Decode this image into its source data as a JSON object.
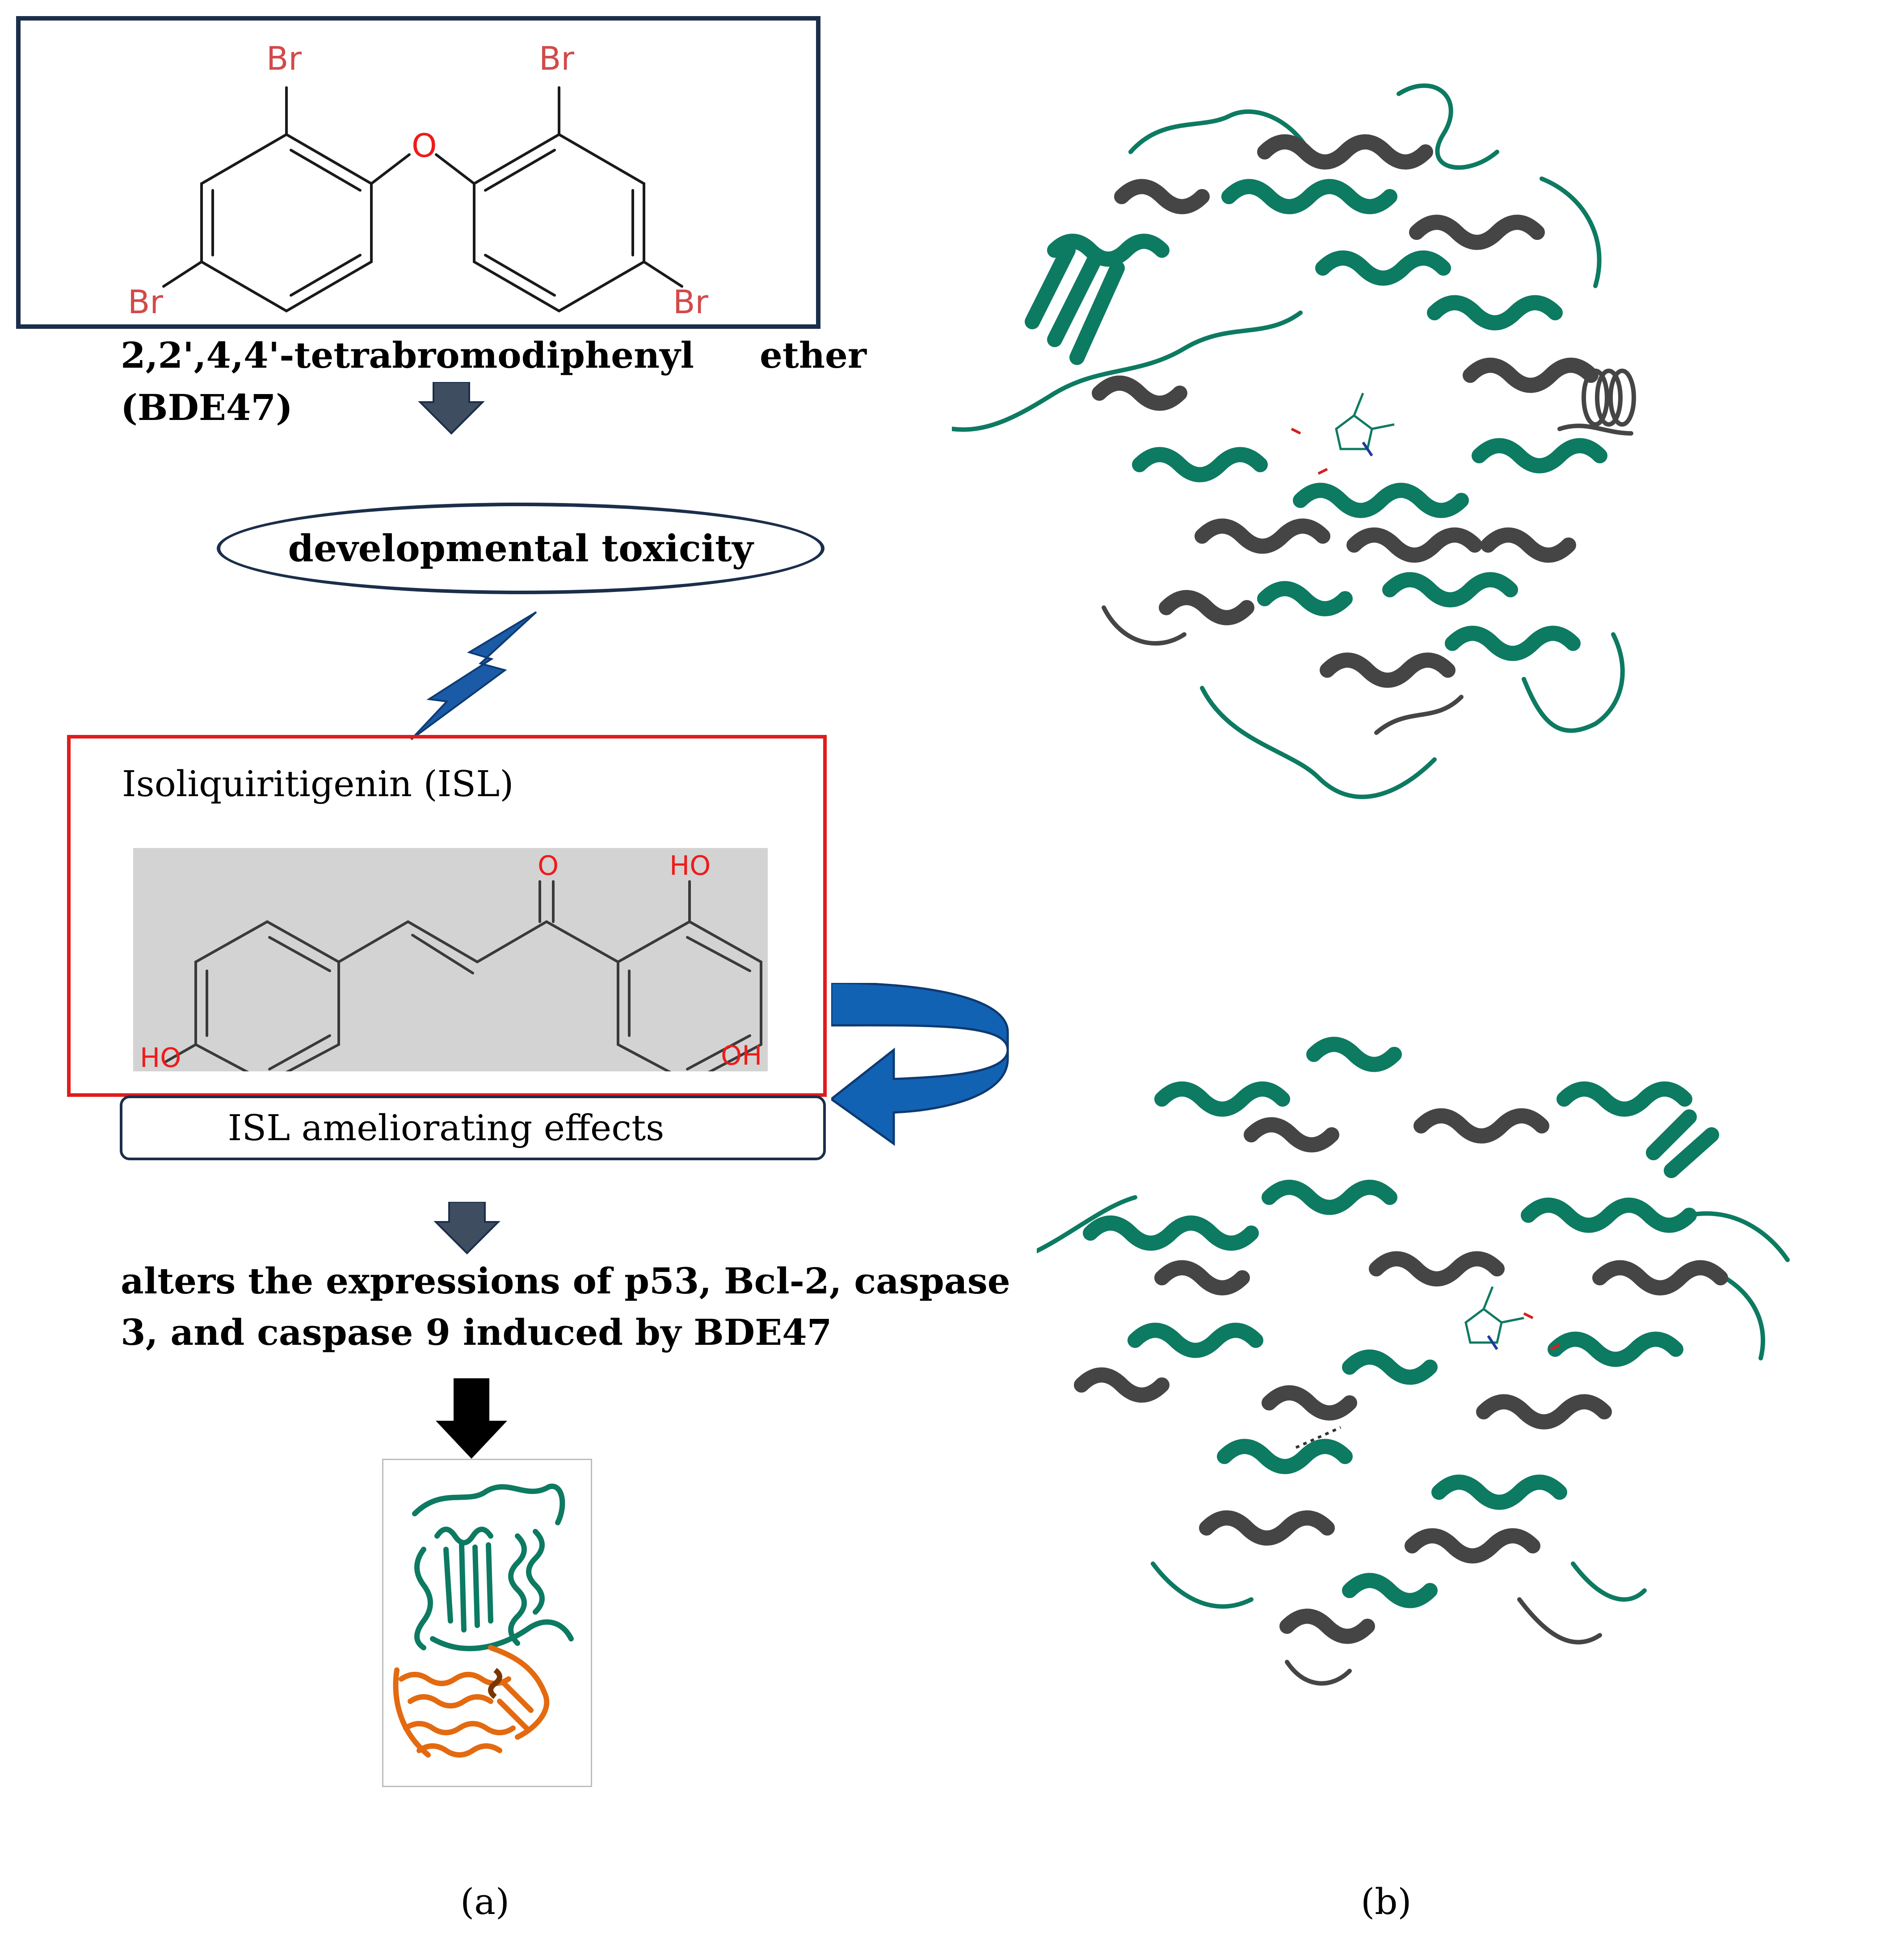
{
  "bde47_structure": {
    "atoms": {
      "br_top_left": "Br",
      "br_top_right": "Br",
      "br_bottom_left": "Br",
      "br_bottom_right": "Br",
      "oxygen": "O"
    }
  },
  "bde47_name": {
    "line1_left": "2,2',4,4'-tetrabromodiphenyl",
    "line1_right": "ether",
    "line2": "(BDE47)"
  },
  "toxicity_oval": {
    "label": "developmental toxicity"
  },
  "isl_box": {
    "title": "Isoliquiritigenin (ISL)",
    "atoms": {
      "oxo": "O",
      "ho_top": "HO",
      "ho_left": "HO",
      "oh_right": "OH"
    }
  },
  "effects_box": {
    "label": "ISL ameliorating effects"
  },
  "outcome_text": {
    "line1": "alters the expressions of p53, Bcl-2, caspase",
    "line2": "3, and caspase 9 induced by BDE47"
  },
  "panel_labels": {
    "a": "(a)",
    "b": "(b)"
  },
  "colors": {
    "frame_navy": "#1b2e4b",
    "isl_frame_red": "#e01b1b",
    "arrow_slate": "#3f4d61",
    "lightning_blue": "#1a5aa6",
    "curved_arrow_blue": "#1262b4",
    "protein_green": "#0d7a62",
    "protein_grey": "#454545",
    "protein_orange": "#e36a10",
    "structure_bg_grey": "#d3d3d3"
  }
}
